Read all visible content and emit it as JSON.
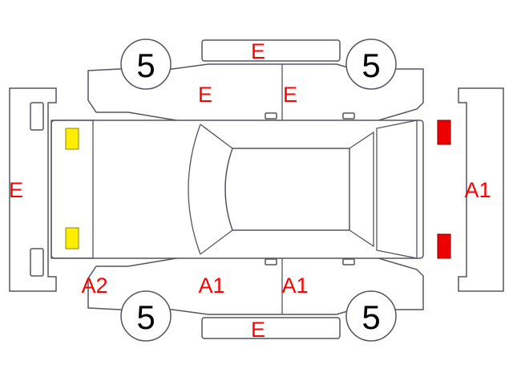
{
  "colors": {
    "code_red": "#ff0000",
    "marker_yellow": "#ffee00",
    "marker_red": "#ee0000",
    "line": "#55555f"
  },
  "tires": {
    "front_left": "5",
    "front_right": "5",
    "rear_left": "5",
    "rear_right": "5"
  },
  "codes": {
    "roof_top": "E",
    "roof_bottom": "E",
    "front_bumper": "E",
    "rear_bumper": "A1",
    "top_front_door": "E",
    "top_rear_door": "E",
    "bottom_front_fender": "A2",
    "bottom_front_door": "A1",
    "bottom_rear_door": "A1"
  },
  "markers": {
    "front_lamps": "yellow",
    "rear_lamps": "red"
  }
}
